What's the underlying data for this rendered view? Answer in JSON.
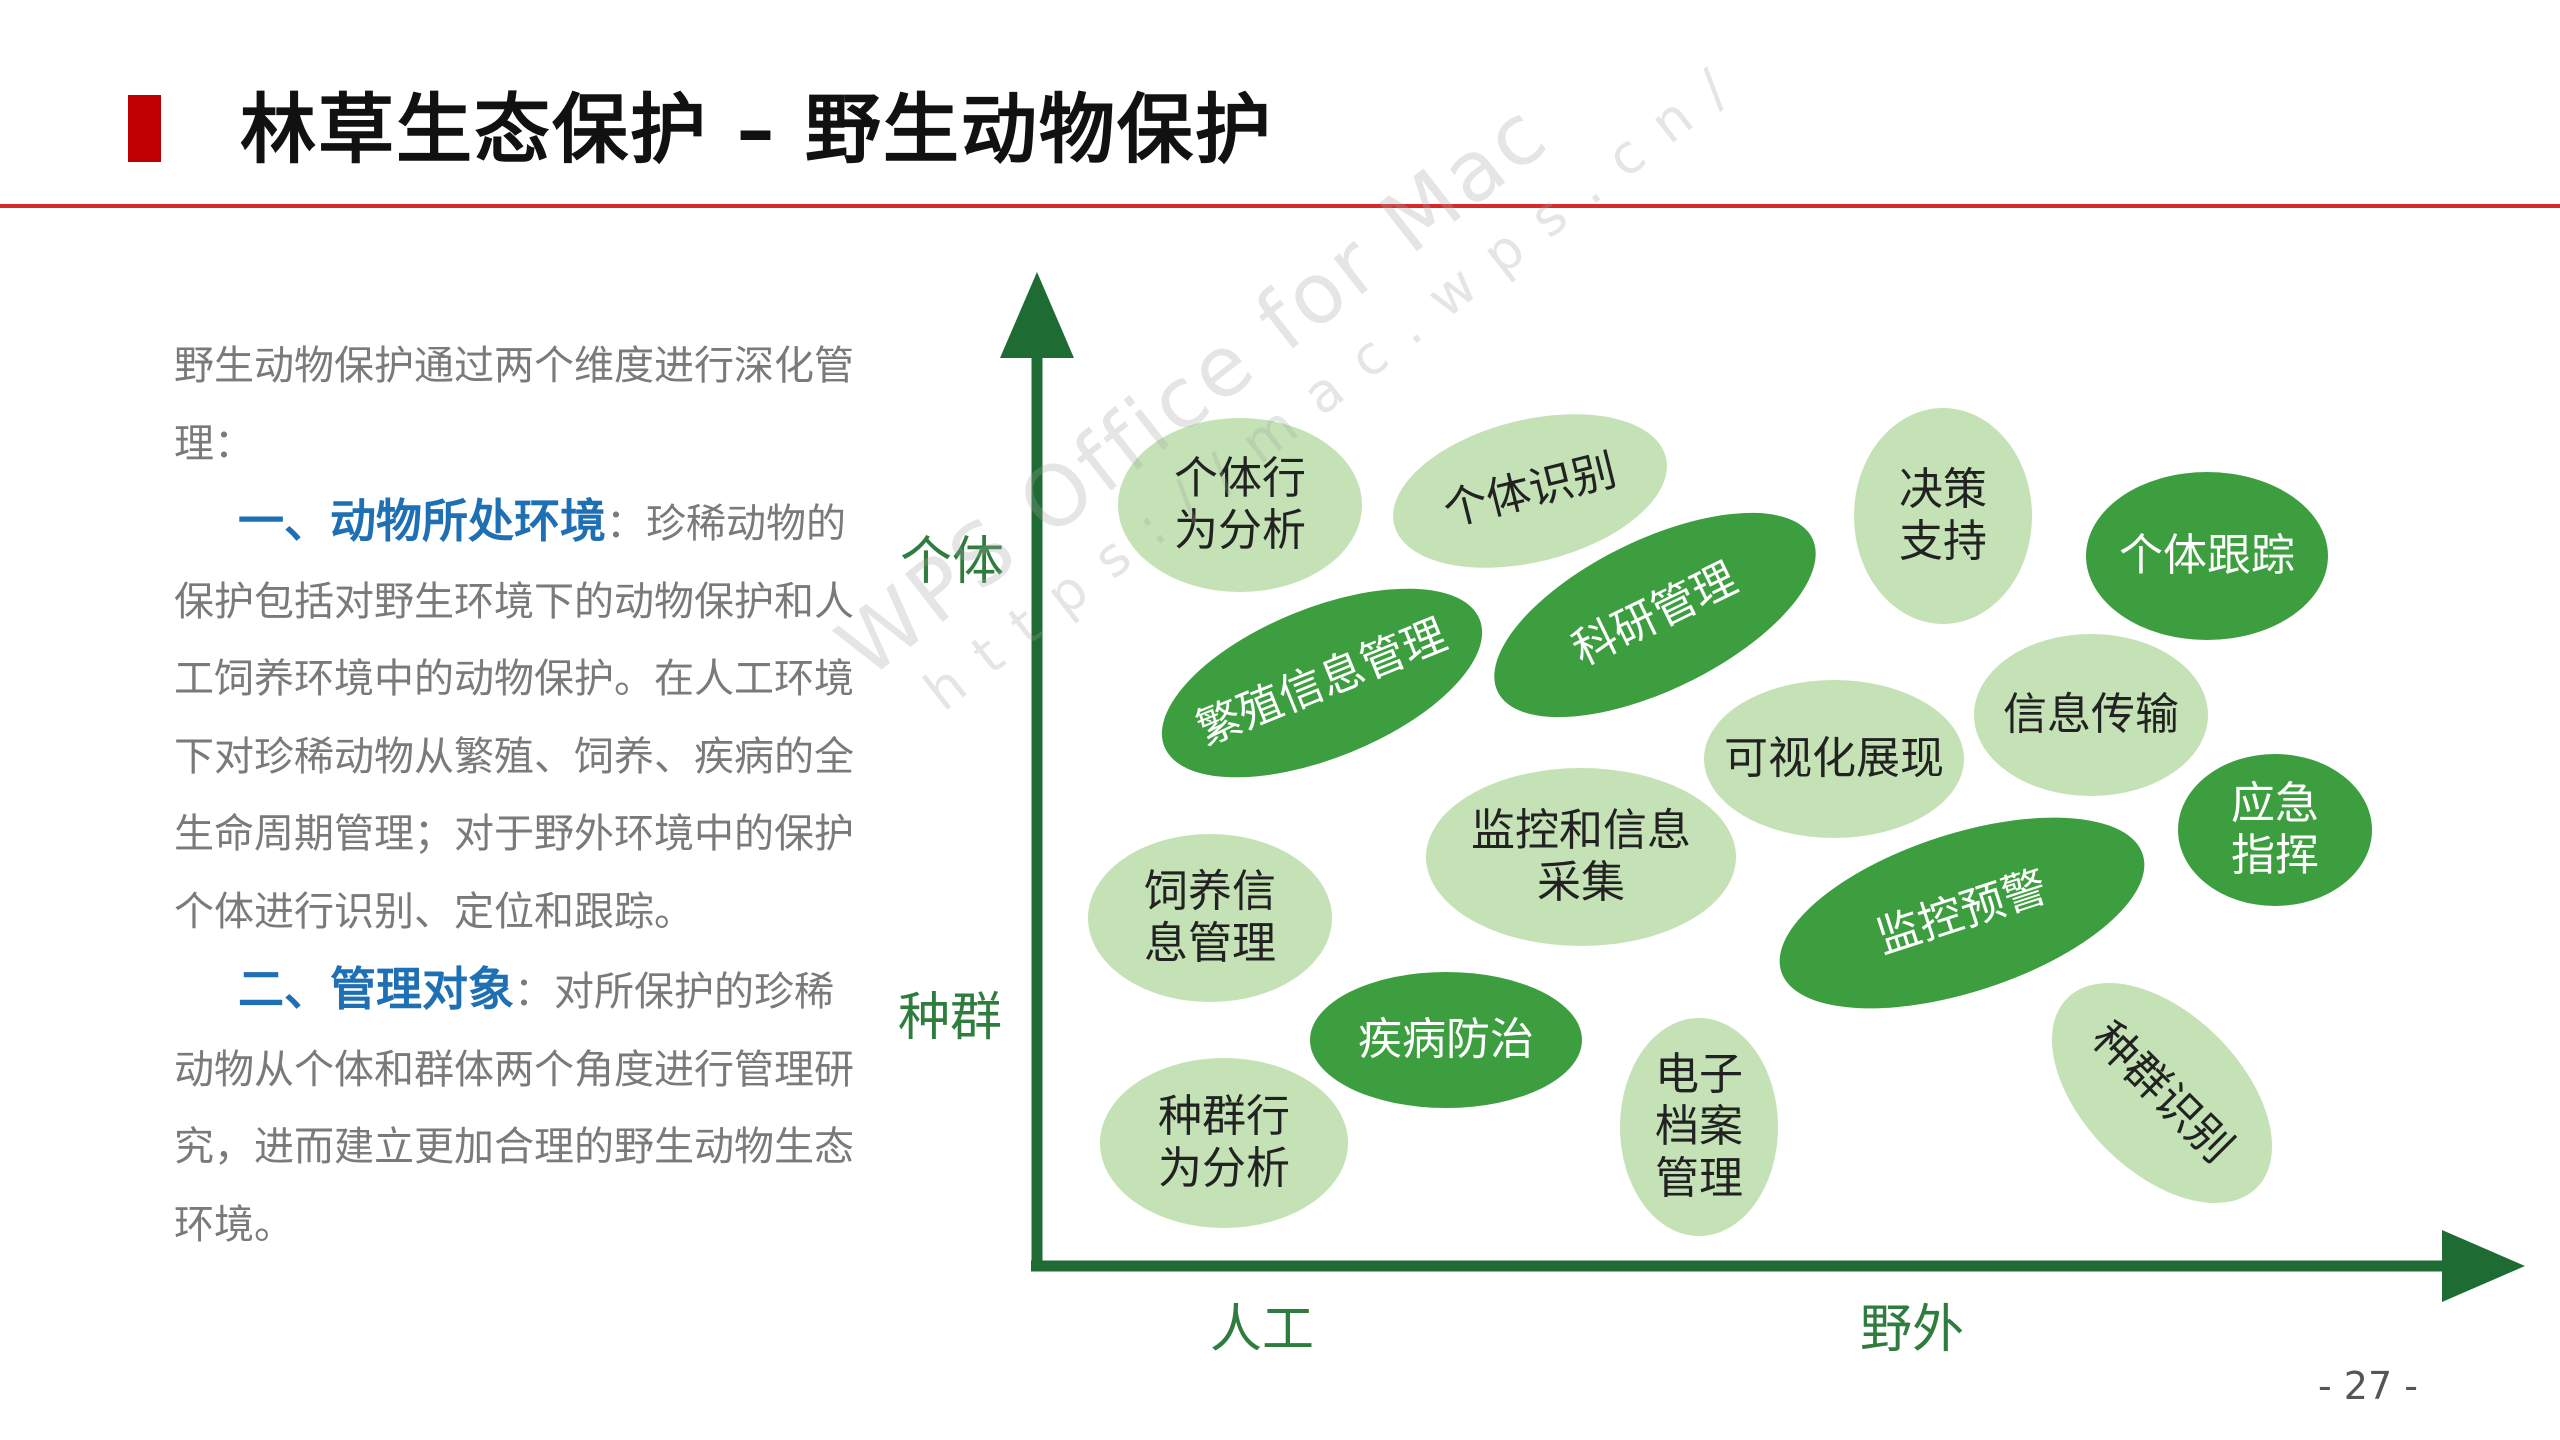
{
  "header": {
    "title": "林草生态保护 – 野生动物保护"
  },
  "intro": {
    "line": "野生动物保护通过两个维度进行深化管理：",
    "section1_keyword": "一、动物所处环境",
    "section1_text": "：珍稀动物的保护包括对野生环境下的动物保护和人工饲养环境中的动物保护。在人工环境下对珍稀动物从繁殖、饲养、疾病的全生命周期管理；对于野外环境中的保护个体进行识别、定位和跟踪。",
    "section2_keyword": "二、管理对象",
    "section2_text": "：对所保护的珍稀动物从个体和群体两个角度进行管理研究，进而建立更加合理的野生动物生态环境。"
  },
  "diagram": {
    "y_axis_top_label": "个体",
    "y_axis_bottom_label": "种群",
    "x_axis_left_label": "人工",
    "x_axis_right_label": "野外",
    "colors": {
      "axis": "#1f6b34",
      "light_bubble": "#c4e2b5",
      "dark_bubble": "#3d9e3f"
    },
    "bubbles": {
      "b1": "个体行\n为分析",
      "b2": "个体识别",
      "b3": "决策\n支持",
      "b4": "个体跟踪",
      "b5": "繁殖信息管理",
      "b6": "科研管理",
      "b7": "信息传输",
      "b8": "可视化展现",
      "b9": "应急\n指挥",
      "b10": "监控和信息\n采集",
      "b11": "饲养信\n息管理",
      "b12": "监控预警",
      "b13": "疾病防治",
      "b14": "种群行\n为分析",
      "b15": "电子\n档案\n管理",
      "b16": "种群识别"
    }
  },
  "watermark": {
    "line1": "WPS Office for Mac",
    "line2": "https://mac.wps.cn/"
  },
  "footer": {
    "page_number": "- 27 -"
  }
}
